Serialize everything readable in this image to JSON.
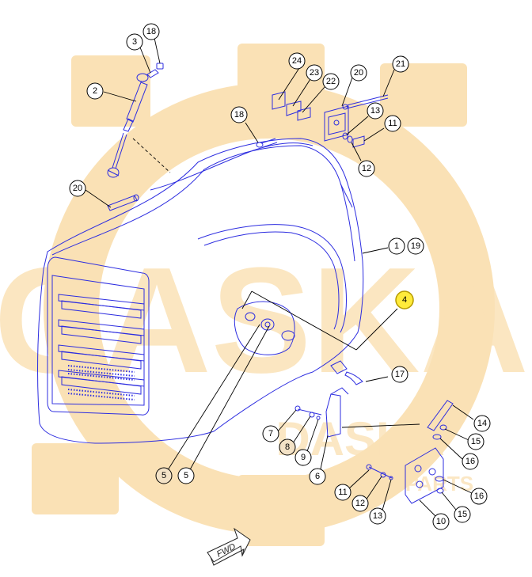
{
  "colors": {
    "outline": "#2d2de0",
    "leader": "#000000",
    "callout_default": "#ffffff",
    "callout_brown": "#f3e2c6",
    "callout_highlight": "#ffeb3b",
    "watermark": "#f6c97a"
  },
  "watermark": {
    "brand": "CASKA",
    "sub": "DASKA",
    "sub2": "PARTS"
  },
  "direction_label": "FWD",
  "callouts": [
    {
      "label": "18",
      "style": "default"
    },
    {
      "label": "3",
      "style": "default"
    },
    {
      "label": "2",
      "style": "default"
    },
    {
      "label": "20",
      "style": "default"
    },
    {
      "label": "24",
      "style": "default"
    },
    {
      "label": "23",
      "style": "default"
    },
    {
      "label": "22",
      "style": "default"
    },
    {
      "label": "20",
      "style": "default"
    },
    {
      "label": "21",
      "style": "default"
    },
    {
      "label": "18",
      "style": "default"
    },
    {
      "label": "13",
      "style": "default"
    },
    {
      "label": "11",
      "style": "default"
    },
    {
      "label": "12",
      "style": "default"
    },
    {
      "label": "1",
      "style": "default"
    },
    {
      "label": "19",
      "style": "default"
    },
    {
      "label": "4",
      "style": "highlight"
    },
    {
      "label": "17",
      "style": "default"
    },
    {
      "label": "14",
      "style": "default"
    },
    {
      "label": "15",
      "style": "default"
    },
    {
      "label": "16",
      "style": "default"
    },
    {
      "label": "7",
      "style": "default"
    },
    {
      "label": "8",
      "style": "brown"
    },
    {
      "label": "9",
      "style": "default"
    },
    {
      "label": "6",
      "style": "default"
    },
    {
      "label": "5",
      "style": "brown"
    },
    {
      "label": "5",
      "style": "default"
    },
    {
      "label": "11",
      "style": "default"
    },
    {
      "label": "12",
      "style": "default"
    },
    {
      "label": "13",
      "style": "default"
    },
    {
      "label": "16",
      "style": "default"
    },
    {
      "label": "15",
      "style": "default"
    },
    {
      "label": "10",
      "style": "default"
    }
  ]
}
